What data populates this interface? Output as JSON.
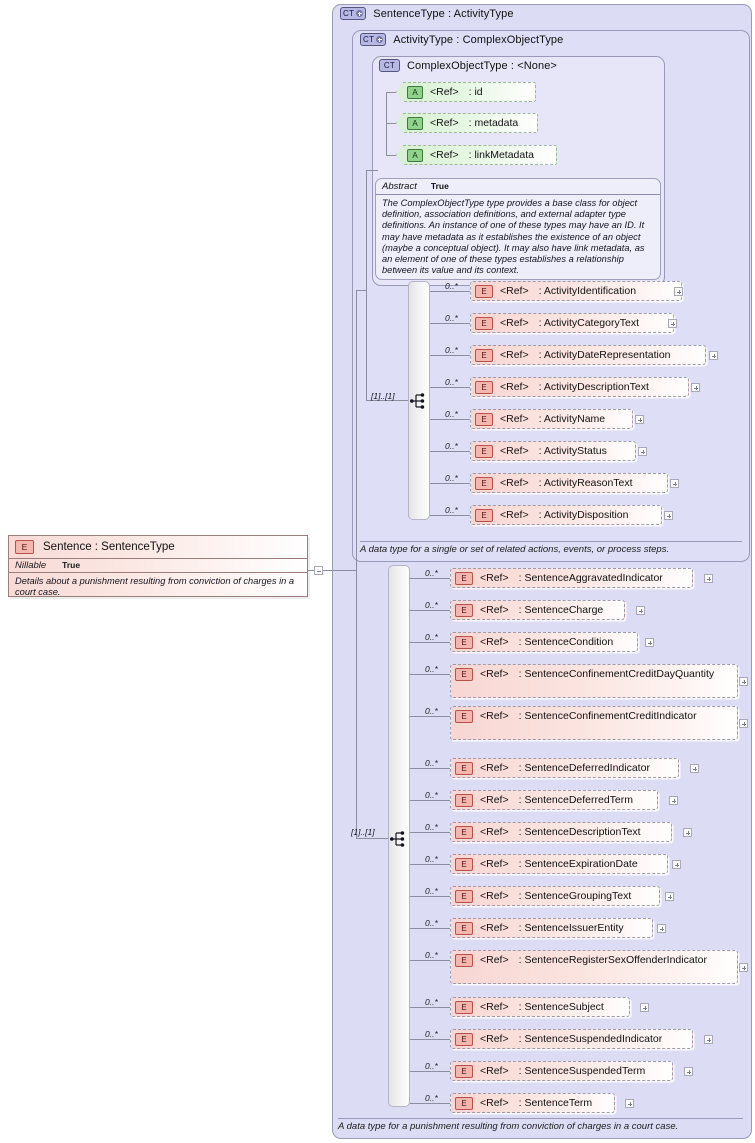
{
  "diagram": {
    "kind": "xml-schema-tree",
    "colors": {
      "container_fill": "#dcdcf5",
      "element_fill": "#f8d6d2",
      "attribute_fill": "#d7f0d2",
      "element_badge": "#f6b6b0",
      "attribute_badge": "#90d38a",
      "type_badge": "#b8b8e4",
      "line": "#8d8da2"
    }
  },
  "root_element": {
    "badge": "E",
    "title": "Sentence : SentenceType",
    "property_key": "Nillable",
    "property_value": "True",
    "documentation": "Details about a punishment resulting from conviction of charges in a court case.",
    "toggle": "minus-toggle"
  },
  "containers": {
    "sentence_type": {
      "badge": "CT",
      "badge_expand": "plus",
      "title": "SentenceType : ActivityType",
      "footer": "A data type for a punishment resulting from conviction of charges in a court case."
    },
    "activity_type": {
      "badge": "CT",
      "badge_expand": "plus",
      "title": "ActivityType : ComplexObjectType",
      "footer": "A data type for a single or set of related actions, events, or process steps."
    },
    "complex_object_type": {
      "badge": "CT",
      "badge_expand": "none",
      "title": "ComplexObjectType : <None>",
      "info": {
        "key": "Abstract",
        "value": "True",
        "documentation": "The ComplexObjectType type provides a base class for object definition, association definitions, and external adapter type definitions. An instance of one of these types may have an ID. It may have metadata as it establishes the existence of an object (maybe a conceptual object). It may also have link metadata, as an element of one of these types establishes a relationship between its value and its context."
      }
    }
  },
  "attributes": [
    {
      "badge": "A",
      "ref": "<Ref>",
      "name": ": id"
    },
    {
      "badge": "A",
      "ref": "<Ref>",
      "name": ": metadata"
    },
    {
      "badge": "A",
      "ref": "<Ref>",
      "name": ": linkMetadata"
    }
  ],
  "activity_sequence": {
    "cardinality": "[1]..[1]",
    "compositor": "sequence",
    "elements": [
      {
        "occurs": "0..*",
        "badge": "E",
        "ref": "<Ref>",
        "name": ": ActivityIdentification",
        "expand": true
      },
      {
        "occurs": "0..*",
        "badge": "E",
        "ref": "<Ref>",
        "name": ": ActivityCategoryText",
        "expand": true
      },
      {
        "occurs": "0..*",
        "badge": "E",
        "ref": "<Ref>",
        "name": ": ActivityDateRepresentation",
        "expand": true
      },
      {
        "occurs": "0..*",
        "badge": "E",
        "ref": "<Ref>",
        "name": ": ActivityDescriptionText",
        "expand": true
      },
      {
        "occurs": "0..*",
        "badge": "E",
        "ref": "<Ref>",
        "name": ": ActivityName",
        "expand": true
      },
      {
        "occurs": "0..*",
        "badge": "E",
        "ref": "<Ref>",
        "name": ": ActivityStatus",
        "expand": true
      },
      {
        "occurs": "0..*",
        "badge": "E",
        "ref": "<Ref>",
        "name": ": ActivityReasonText",
        "expand": true
      },
      {
        "occurs": "0..*",
        "badge": "E",
        "ref": "<Ref>",
        "name": ": ActivityDisposition",
        "expand": true
      }
    ]
  },
  "sentence_sequence": {
    "cardinality": "[1]..[1]",
    "compositor": "sequence",
    "elements": [
      {
        "occurs": "0..*",
        "badge": "E",
        "ref": "<Ref>",
        "name": ": SentenceAggravatedIndicator",
        "expand": true
      },
      {
        "occurs": "0..*",
        "badge": "E",
        "ref": "<Ref>",
        "name": ": SentenceCharge",
        "expand": true
      },
      {
        "occurs": "0..*",
        "badge": "E",
        "ref": "<Ref>",
        "name": ": SentenceCondition",
        "expand": true
      },
      {
        "occurs": "0..*",
        "badge": "E",
        "ref": "<Ref>",
        "name": ": SentenceConfinementCreditDayQuantity",
        "expand": true
      },
      {
        "occurs": "0..*",
        "badge": "E",
        "ref": "<Ref>",
        "name": ": SentenceConfinementCreditIndicator",
        "expand": true
      },
      {
        "occurs": "0..*",
        "badge": "E",
        "ref": "<Ref>",
        "name": ": SentenceDeferredIndicator",
        "expand": true
      },
      {
        "occurs": "0..*",
        "badge": "E",
        "ref": "<Ref>",
        "name": ": SentenceDeferredTerm",
        "expand": true
      },
      {
        "occurs": "0..*",
        "badge": "E",
        "ref": "<Ref>",
        "name": ": SentenceDescriptionText",
        "expand": true
      },
      {
        "occurs": "0..*",
        "badge": "E",
        "ref": "<Ref>",
        "name": ": SentenceExpirationDate",
        "expand": true
      },
      {
        "occurs": "0..*",
        "badge": "E",
        "ref": "<Ref>",
        "name": ": SentenceGroupingText",
        "expand": true
      },
      {
        "occurs": "0..*",
        "badge": "E",
        "ref": "<Ref>",
        "name": ": SentenceIssuerEntity",
        "expand": true
      },
      {
        "occurs": "0..*",
        "badge": "E",
        "ref": "<Ref>",
        "name": ": SentenceRegisterSexOffenderIndicator",
        "expand": true
      },
      {
        "occurs": "0..*",
        "badge": "E",
        "ref": "<Ref>",
        "name": ": SentenceSubject",
        "expand": true
      },
      {
        "occurs": "0..*",
        "badge": "E",
        "ref": "<Ref>",
        "name": ": SentenceSuspendedIndicator",
        "expand": true
      },
      {
        "occurs": "0..*",
        "badge": "E",
        "ref": "<Ref>",
        "name": ": SentenceSuspendedTerm",
        "expand": true
      },
      {
        "occurs": "0..*",
        "badge": "E",
        "ref": "<Ref>",
        "name": ": SentenceTerm",
        "expand": true
      }
    ]
  }
}
